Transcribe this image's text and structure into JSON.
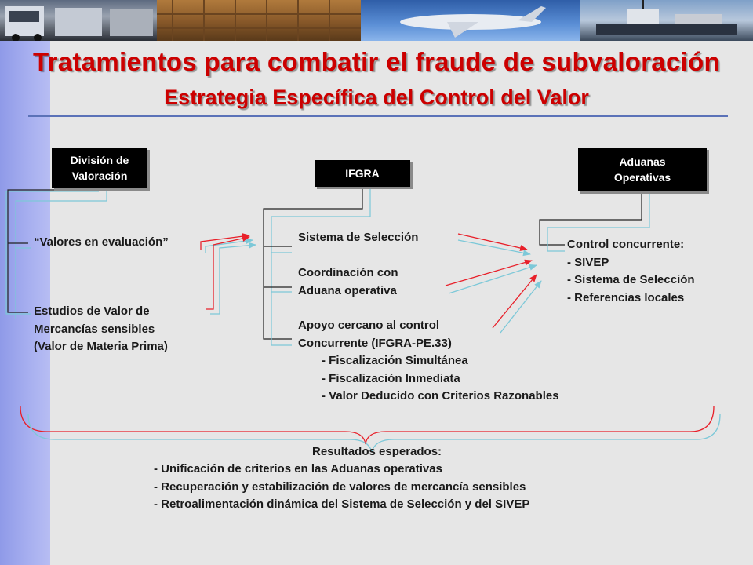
{
  "slide": {
    "title": "Tratamientos para combatir el fraude de subvaloración",
    "subtitle": "Estrategia  Específica del Control del Valor"
  },
  "banner": {
    "images": [
      "trucks-photo",
      "cargo-yard-photo",
      "airplane-photo",
      "ship-photo"
    ]
  },
  "boxes": {
    "division": "División de\nValoración",
    "ifgra": "IFGRA",
    "aduanas": "Aduanas\nOperativas"
  },
  "left": {
    "valores": "“Valores en evaluación”",
    "estudios": [
      "Estudios de Valor de",
      "Mercancías sensibles",
      "(Valor de Materia Prima)"
    ]
  },
  "middle": {
    "sistema": "Sistema de Selección",
    "coordinacion": [
      "Coordinación con",
      "Aduana operativa"
    ],
    "apoyo": [
      "Apoyo cercano al control",
      "Concurrente (IFGRA-PE.33)"
    ],
    "sub_items": [
      "- Fiscalización Simultánea",
      "- Fiscalización  Inmediata",
      "- Valor Deducido con Criterios Razonables"
    ]
  },
  "right": {
    "heading": "Control concurrente:",
    "items": [
      "- SIVEP",
      "- Sistema de Selección",
      "- Referencias locales"
    ]
  },
  "results": {
    "heading": "Resultados esperados:",
    "items": [
      "- Unificación de criterios en las Aduanas operativas",
      "- Recuperación y estabilización de valores de mercancía sensibles",
      "- Retroalimentación dinámica del Sistema de Selección y del SIVEP"
    ]
  },
  "colors": {
    "title": "#cc0000",
    "arrow": "#e8202a",
    "arrow_shadow": "#7cc8d8",
    "sidebar": "#9aa4ec",
    "rule": "#5b72b8"
  }
}
